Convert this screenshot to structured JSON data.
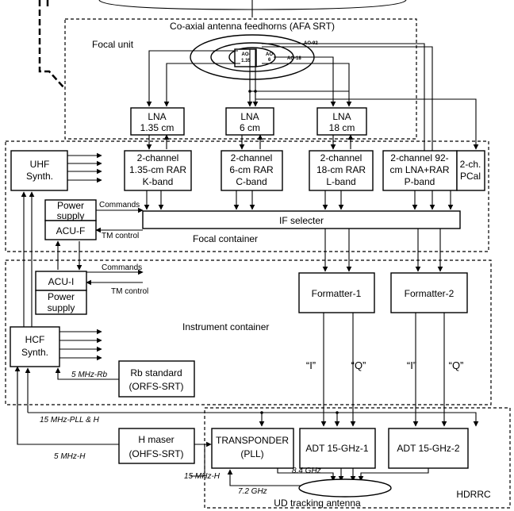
{
  "focal_unit": {
    "feedhorns_title": "Co-axial antenna feedhorns (AFA SRT)",
    "label": "Focal unit",
    "ao92": "AO-92",
    "ao18": "AO-18",
    "ao6a": "AO-",
    "ao6b": "6",
    "ao135a": "AO-",
    "ao135b": "1.35",
    "lna135a": "LNA",
    "lna135b": "1.35 cm",
    "lna6a": "LNA",
    "lna6b": "6 cm",
    "lna18a": "LNA",
    "lna18b": "18 cm"
  },
  "focal_container": {
    "label": "Focal container",
    "uhf_a": "UHF",
    "uhf_b": "Synth.",
    "rar_k": [
      "2-channel",
      "1.35-cm RAR",
      "K-band"
    ],
    "rar_c": [
      "2-channel",
      "6-cm RAR",
      "C-band"
    ],
    "rar_l": [
      "2-channel",
      "18-cm RAR",
      "L-band"
    ],
    "rar_p": [
      "2-channel 92-",
      "cm LNA+RAR",
      "P-band"
    ],
    "pcal_a": "2-ch.",
    "pcal_b": "PCal",
    "power_a": "Power",
    "power_b": "supply",
    "acuf": "ACU-F",
    "commands": "Commands",
    "tm": "TM control",
    "if_selecter": "IF selecter"
  },
  "instrument_container": {
    "label": "Instrument container",
    "acui": "ACU-I",
    "power_a": "Power",
    "power_b": "supply",
    "commands": "Commands",
    "tm": "TM control",
    "formatter1": "Formatter-1",
    "formatter2": "Formatter-2",
    "hcf_a": "HCF",
    "hcf_b": "Synth.",
    "rb_a": "Rb standard",
    "rb_b": "(ORFS-SRT)",
    "rb_freq": "5 MHz-Rb",
    "i1": "“I”",
    "q1": "“Q”",
    "i2": "“I”",
    "q2": "“Q”"
  },
  "hdrrc": {
    "label": "HDRRC",
    "pll_h": "15 MHz-PLL & H",
    "h5": "5 MHz-H",
    "h15": "15 MHz-H",
    "maser_a": "H maser",
    "maser_b": "(OHFS-SRT)",
    "transponder_a": "TRANSPONDER",
    "transponder_b": "(PLL)",
    "adt1": "ADT 15-GHz-1",
    "adt2": "ADT 15-GHz-2",
    "f84": "8.4 GHz",
    "f72": "7.2 GHz",
    "antenna": "UD tracking antenna"
  }
}
